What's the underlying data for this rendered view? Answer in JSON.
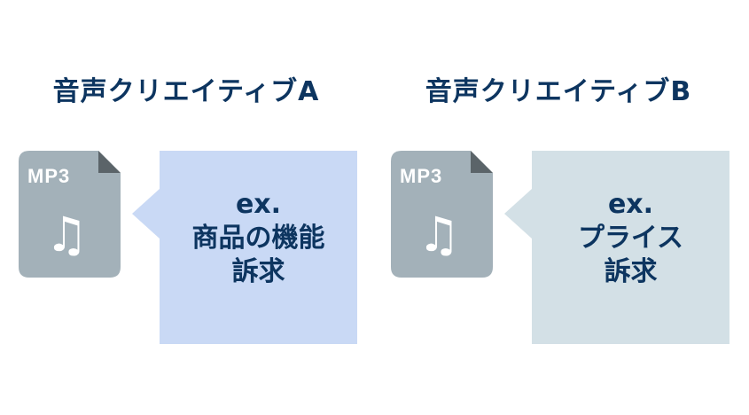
{
  "colors": {
    "text": "#0d3560",
    "file": "#a3b1b9",
    "fold": "#5b6469",
    "box_a": "#c9d9f5",
    "box_b": "#d3e0e6"
  },
  "creative_a": {
    "title": "音声クリエイティブA",
    "file_label": "MP3",
    "icon": "music-note-icon",
    "lines": [
      "ex.",
      "商品の機能",
      "訴求"
    ]
  },
  "creative_b": {
    "title": "音声クリエイティブB",
    "file_label": "MP3",
    "icon": "music-note-icon",
    "lines": [
      "ex.",
      "プライス",
      "訴求"
    ]
  }
}
